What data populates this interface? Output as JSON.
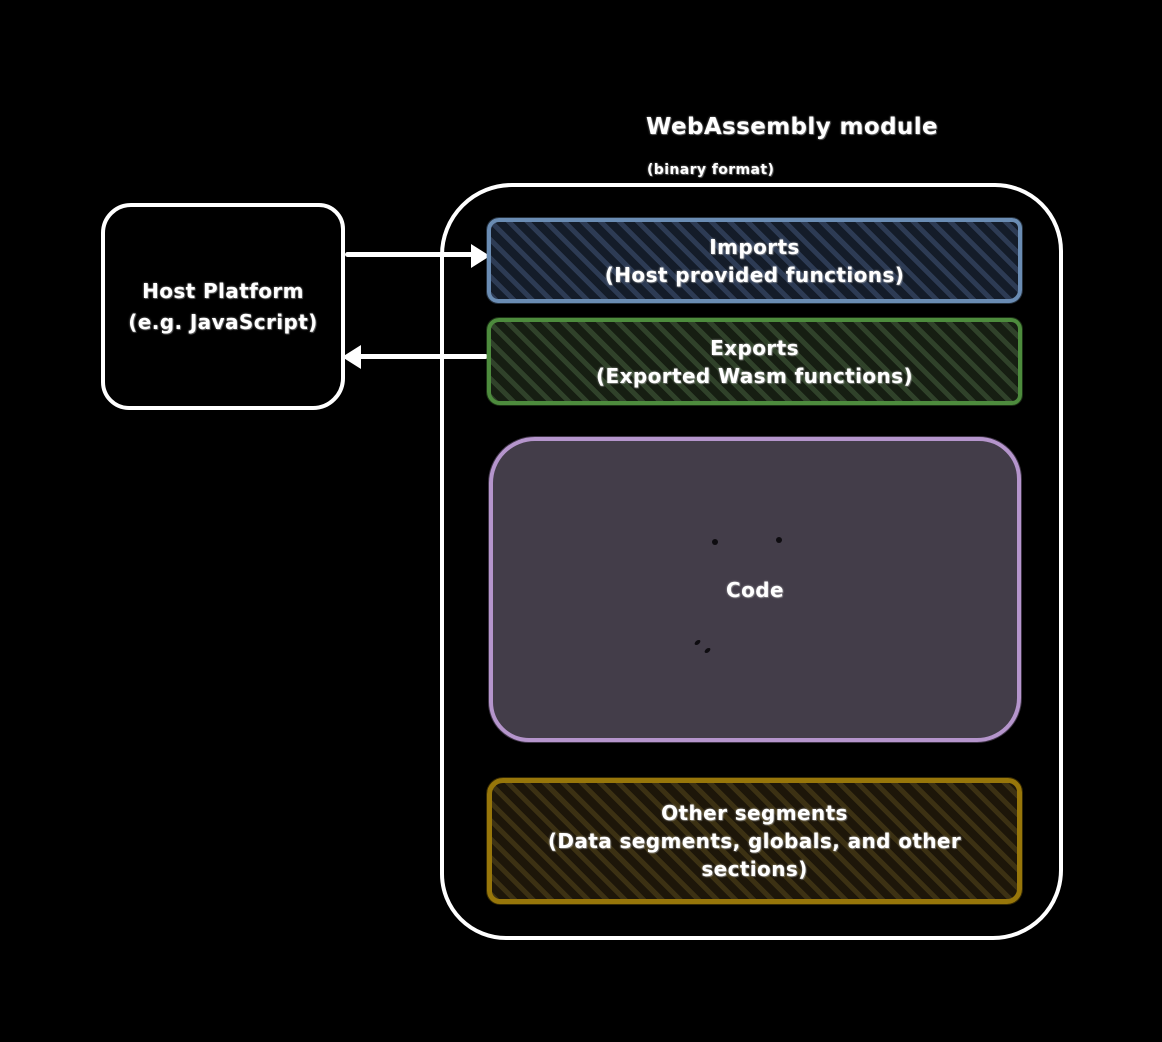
{
  "title": {
    "text": "WebAssembly module",
    "subtitle": "(binary format)"
  },
  "host": {
    "line1": "Host Platform",
    "line2": "(e.g. JavaScript)"
  },
  "connectors": [
    {
      "from": "host-platform",
      "to": "imports",
      "direction": "right"
    },
    {
      "from": "exports",
      "to": "host-platform",
      "direction": "left"
    }
  ],
  "module": {
    "sections": [
      {
        "name": "imports",
        "title": "Imports",
        "subtitle": "(Host provided functions)",
        "border_color": "#6a8cb3",
        "fill_color": "#141c29",
        "hatch_color": "#2d3b54"
      },
      {
        "name": "exports",
        "title": "Exports",
        "subtitle": "(Exported Wasm functions)",
        "border_color": "#4d8b3d",
        "fill_color": "#161e12",
        "hatch_color": "#30422a"
      },
      {
        "name": "code",
        "title": "Code",
        "border_color": "#b595cc",
        "fill_color": "#433d49"
      },
      {
        "name": "other-segments",
        "title": "Other segments",
        "subtitle": "(Data segments, globals, and other sections)",
        "border_color": "#97760a",
        "fill_color": "#1d1609",
        "hatch_color": "#3c3113"
      }
    ]
  },
  "colors": {
    "background": "#000000",
    "outline": "#ffffff",
    "text": "#ffffff"
  }
}
